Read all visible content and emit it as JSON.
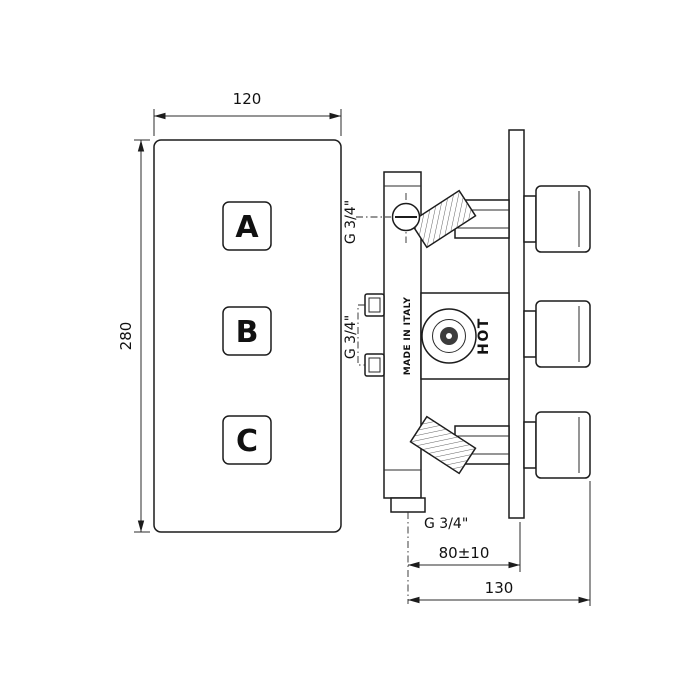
{
  "front_view": {
    "width_dim": "120",
    "height_dim": "280",
    "buttons": [
      "A",
      "B",
      "C"
    ]
  },
  "side_view": {
    "made_in_label": "MADE IN ITALY",
    "hot_label": "HOT",
    "thread_labels": {
      "top": "G 3/4\"",
      "middle": "G 3/4\"",
      "bottom": "G 3/4\""
    },
    "depth_adjust_dim": "80±10",
    "overall_depth_dim": "130"
  },
  "colors": {
    "line": "#1c1c1c",
    "background": "#ffffff"
  }
}
